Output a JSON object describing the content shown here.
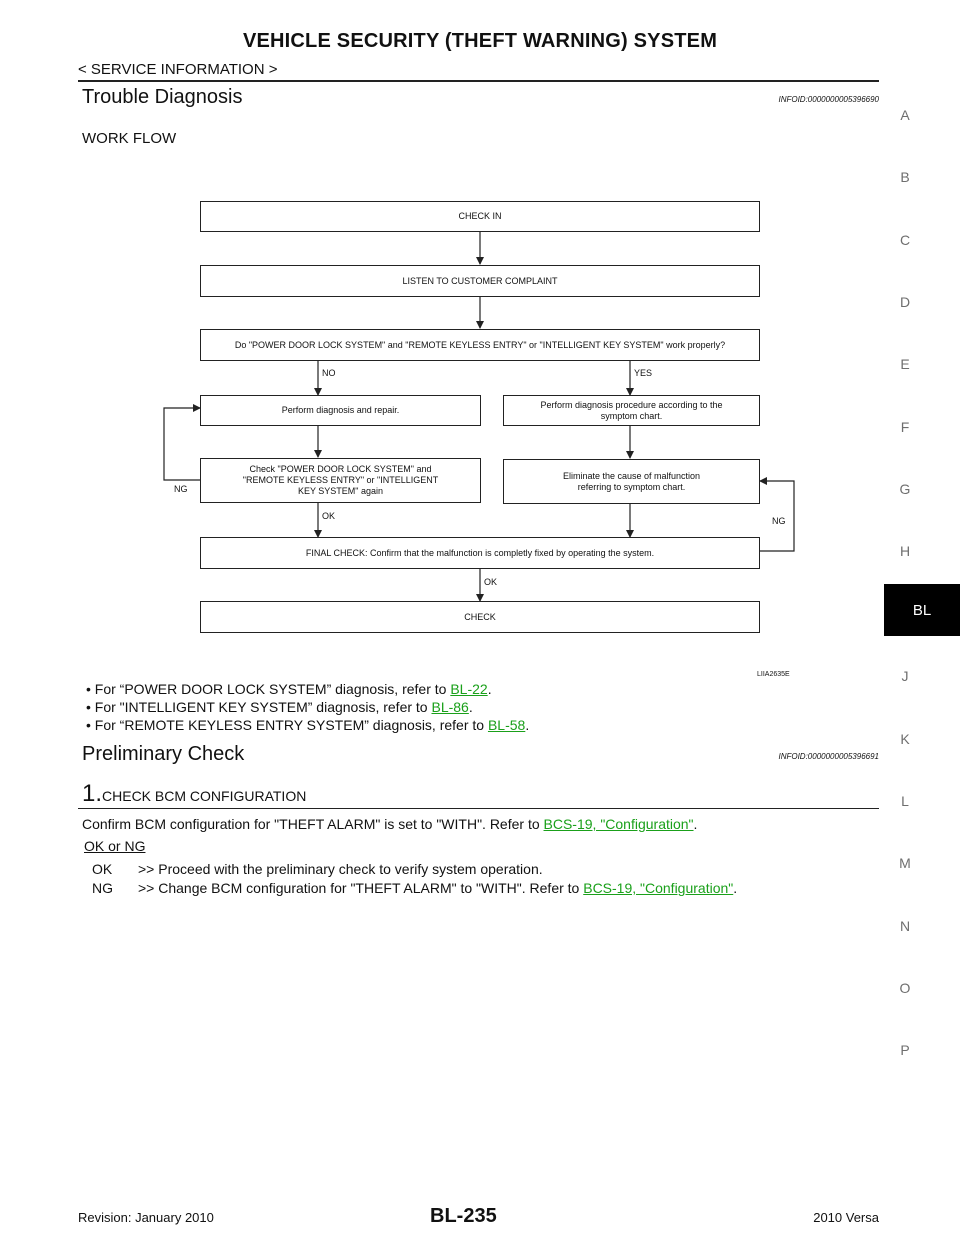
{
  "header": {
    "title": "VEHICLE SECURITY (THEFT WARNING) SYSTEM",
    "subtitle": "< SERVICE INFORMATION >"
  },
  "side_index": {
    "letters": [
      "A",
      "B",
      "C",
      "D",
      "E",
      "F",
      "G",
      "H",
      "J",
      "K",
      "L",
      "M",
      "N",
      "O",
      "P"
    ],
    "active": "BL"
  },
  "trouble_diagnosis": {
    "title": "Trouble Diagnosis",
    "info_id": "INFOID:0000000005396690",
    "work_flow_label": "WORK FLOW",
    "flowchart": {
      "check_in": "CHECK IN",
      "listen": "LISTEN TO CUSTOMER COMPLAINT",
      "question": "Do \"POWER DOOR LOCK SYSTEM\" and \"REMOTE KEYLESS ENTRY\" or \"INTELLIGENT KEY SYSTEM\" work properly?",
      "no_label": "NO",
      "yes_label": "YES",
      "perform_repair": "Perform diagnosis and repair.",
      "perform_procedure": "Perform diagnosis procedure according to the symptom chart.",
      "check_again": "Check \"POWER DOOR LOCK SYSTEM\" and \"REMOTE KEYLESS ENTRY\" or \"INTELLIGENT KEY SYSTEM\" again",
      "eliminate": "Eliminate the cause of malfunction referring to symptom chart.",
      "ng_left": "NG",
      "ng_right": "NG",
      "ok_left": "OK",
      "final_check": "FINAL CHECK: Confirm that the malfunction is completly fixed by operating the system.",
      "ok_bottom": "OK",
      "check_out": "CHECK",
      "figure_id": "LIIA2635E"
    },
    "refs": [
      {
        "text": "For “POWER DOOR LOCK SYSTEM” diagnosis, refer to ",
        "link": "BL-22",
        "end": "."
      },
      {
        "text": "For \"INTELLIGENT KEY SYSTEM” diagnosis, refer to ",
        "link": "BL-86",
        "end": "."
      },
      {
        "text": "For “REMOTE KEYLESS ENTRY SYSTEM” diagnosis, refer to ",
        "link": "BL-58",
        "end": "."
      }
    ]
  },
  "preliminary_check": {
    "title": "Preliminary Check",
    "info_id": "INFOID:0000000005396691",
    "step_number": "1.",
    "step_title": "CHECK BCM CONFIGURATION",
    "instruction_text": "Confirm BCM configuration for \"THEFT ALARM\" is set to \"WITH\". Refer to ",
    "instruction_link": "BCS-19, \"Configuration\"",
    "instruction_end": ".",
    "result_label": "OK or NG",
    "ok_code": "OK",
    "ok_text": ">> Proceed with the preliminary check to verify system operation.",
    "ng_code": "NG",
    "ng_text": ">> Change BCM configuration for \"THEFT ALARM\" to \"WITH\". Refer to ",
    "ng_link": "BCS-19, \"Configuration\"",
    "ng_end": "."
  },
  "footer": {
    "revision": "Revision: January 2010",
    "page": "BL-235",
    "model": "2010 Versa"
  }
}
